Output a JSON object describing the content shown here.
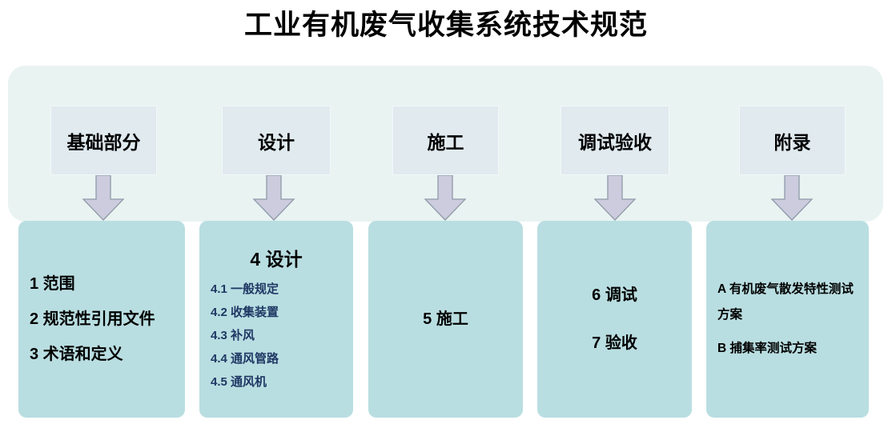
{
  "title": "工业有机废气收集系统技术规范",
  "colors": {
    "panel_background": "#e9f3f2",
    "stage_box_background": "#e0eaef",
    "content_box_background": "#b9dee1",
    "arrow_fill": "#ccccde",
    "arrow_stroke": "#8f9aa8",
    "sub_item_text": "#1f3864",
    "primary_text": "#000000",
    "page_background": "#ffffff"
  },
  "columns": [
    {
      "stage_label": "基础部分",
      "arrow_icon": "arrow-down-icon",
      "heading": null,
      "items": [
        "1 范围",
        "2 规范性引用文件",
        "3 术语和定义"
      ],
      "sub_items": []
    },
    {
      "stage_label": "设计",
      "arrow_icon": "arrow-down-icon",
      "heading": "4 设计",
      "items": [],
      "sub_items": [
        "4.1 一般规定",
        "4.2 收集装置",
        "4.3 补风",
        "4.4 通风管路",
        "4.5 通风机"
      ]
    },
    {
      "stage_label": "施工",
      "arrow_icon": "arrow-down-icon",
      "heading": null,
      "items": [
        "5 施工"
      ],
      "sub_items": []
    },
    {
      "stage_label": "调试验收",
      "arrow_icon": "arrow-down-icon",
      "heading": null,
      "items": [
        "6 调试",
        "7 验收"
      ],
      "sub_items": []
    },
    {
      "stage_label": "附录",
      "arrow_icon": "arrow-down-icon",
      "heading": null,
      "items": [],
      "sub_items": [],
      "appendix_items": [
        "A 有机废气散发特性测试方案",
        "B 捕集率测试方案"
      ]
    }
  ]
}
